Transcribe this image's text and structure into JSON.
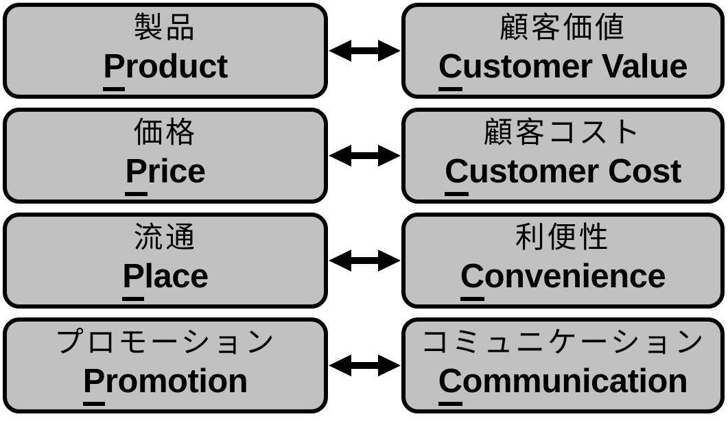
{
  "colors": {
    "background": "#ffffff",
    "box_fill": "#c1c1c1",
    "box_border": "#000000",
    "text": "#000000",
    "arrow": "#000000"
  },
  "rows": [
    {
      "left": {
        "ja": "製品",
        "en_initial": "P",
        "en_rest": "roduct"
      },
      "right": {
        "ja": "顧客価値",
        "en_initial": "C",
        "en_rest": "ustomer Value"
      }
    },
    {
      "left": {
        "ja": "価格",
        "en_initial": "P",
        "en_rest": "rice"
      },
      "right": {
        "ja": "顧客コスト",
        "en_initial": "C",
        "en_rest": "ustomer Cost"
      }
    },
    {
      "left": {
        "ja": "流通",
        "en_initial": "P",
        "en_rest": "lace"
      },
      "right": {
        "ja": "利便性",
        "en_initial": "C",
        "en_rest": "onvenience"
      }
    },
    {
      "left": {
        "ja": "プロモーション",
        "en_initial": "P",
        "en_rest": "romotion"
      },
      "right": {
        "ja": "コミュニケーション",
        "en_initial": "C",
        "en_rest": "ommunication"
      }
    }
  ]
}
